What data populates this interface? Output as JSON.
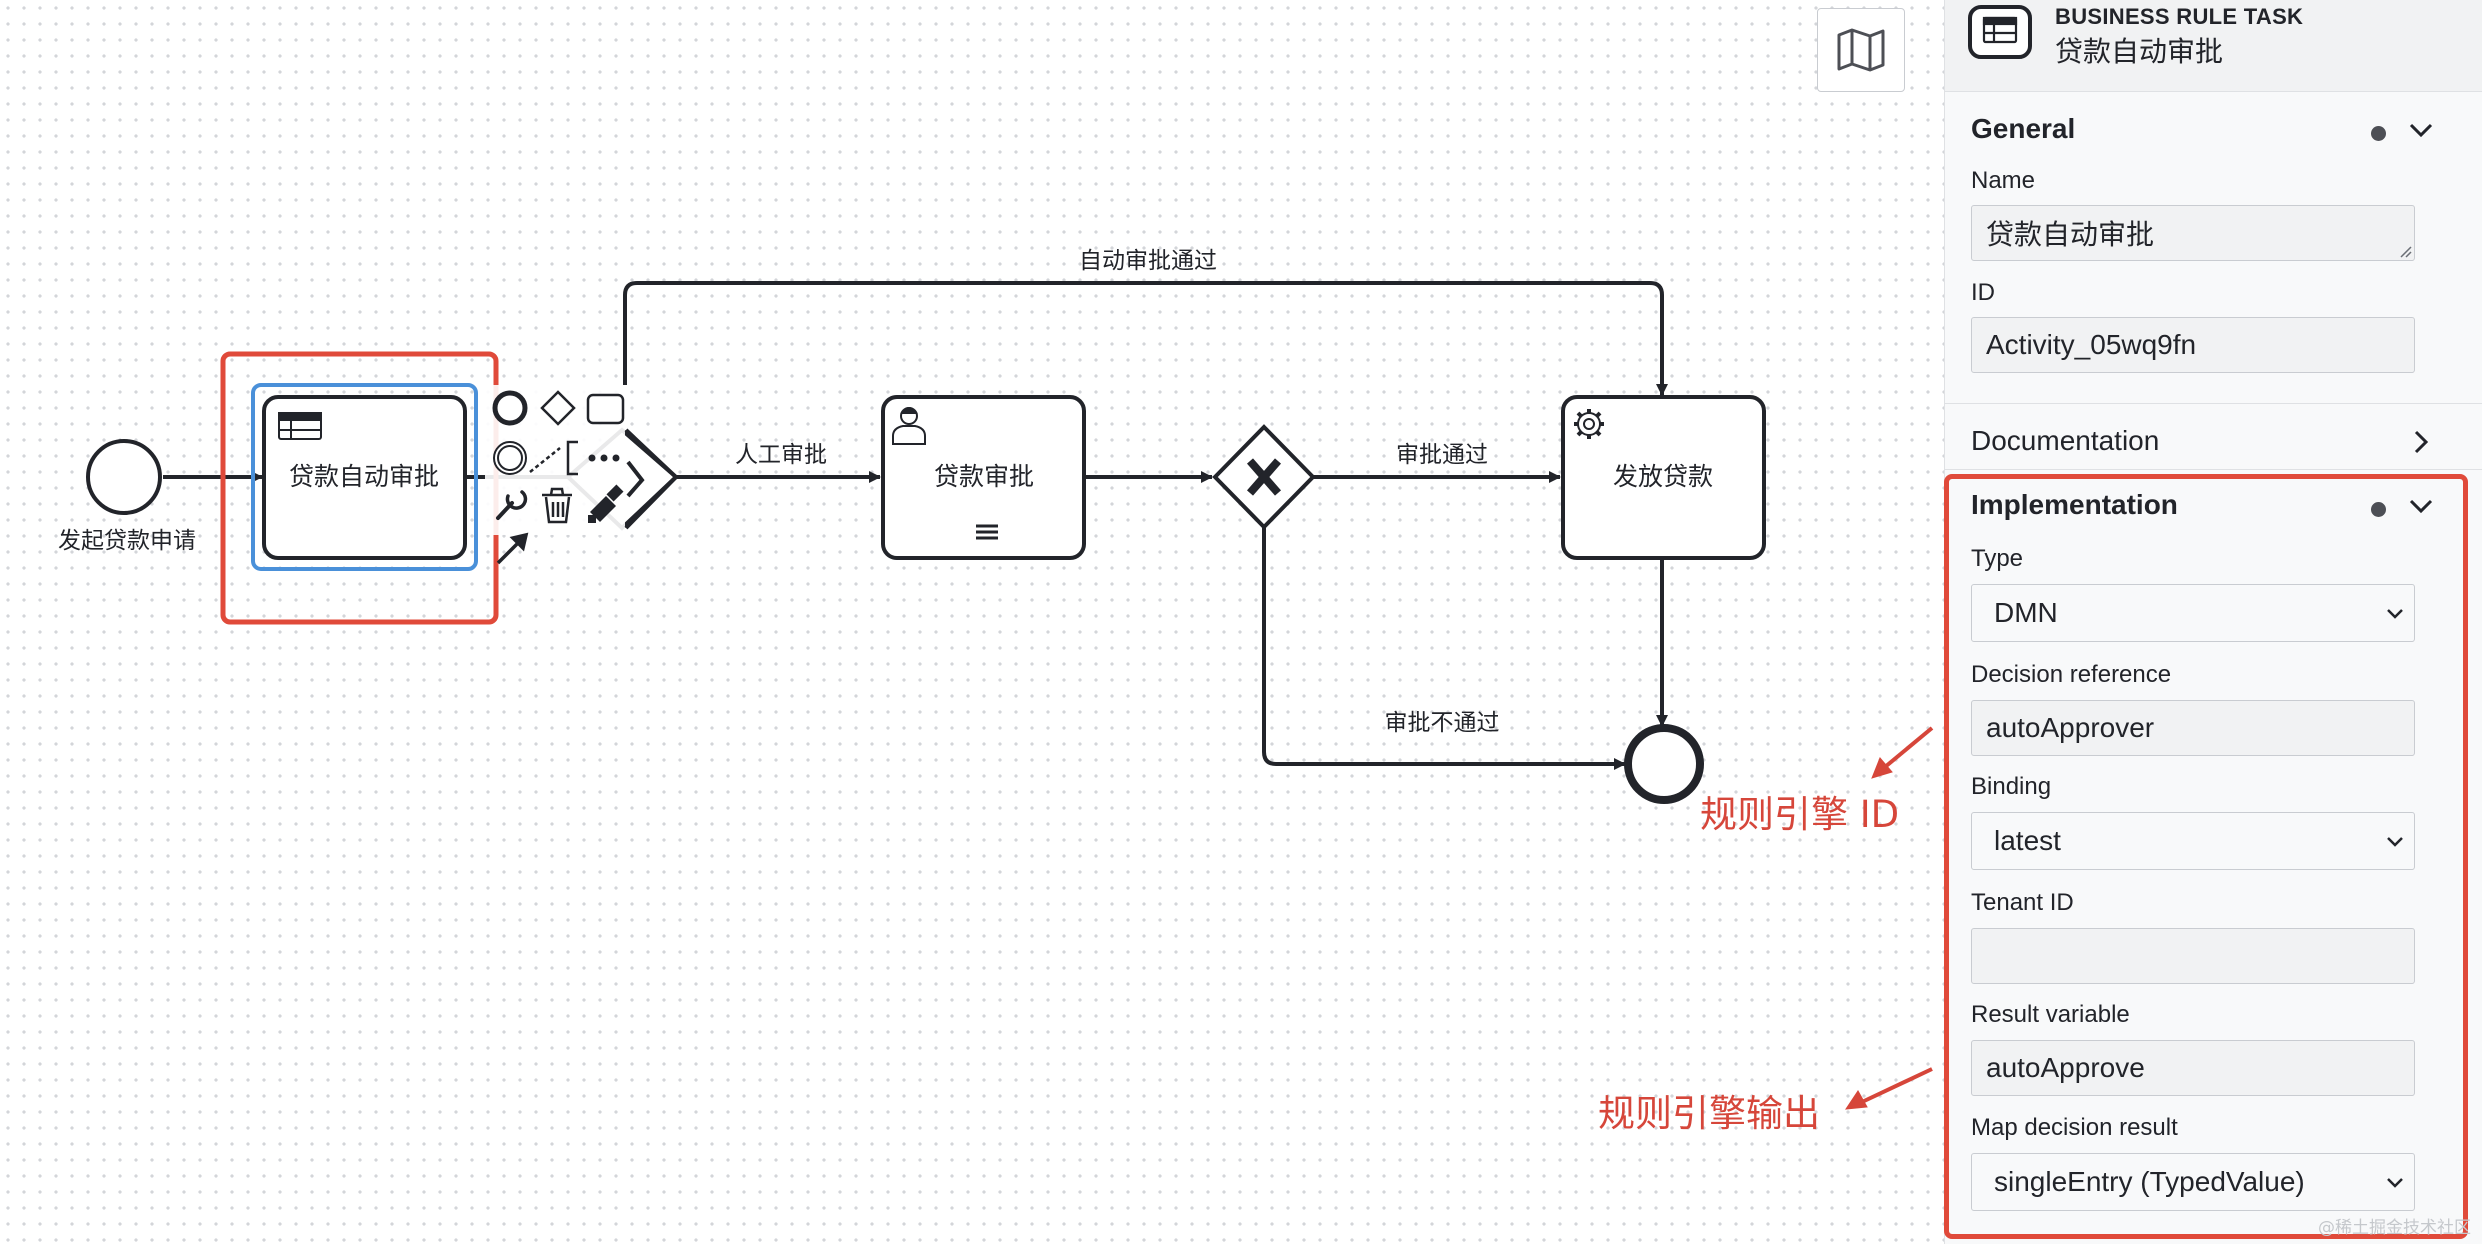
{
  "canvas": {
    "start_event_label": "发起贷款申请",
    "task_auto_approval": "贷款自动审批",
    "task_manual_review": "贷款审批",
    "task_disburse": "发放贷款",
    "flow_auto_pass": "自动审批通过",
    "flow_manual": "人工审批",
    "flow_pass": "审批通过",
    "flow_reject": "审批不通过"
  },
  "context_pad": {
    "icons": [
      "end-event-icon",
      "gateway-icon",
      "task-icon",
      "intermediate-event-icon",
      "text-annotation-icon",
      "more-icon",
      "wrench-icon",
      "trash-icon",
      "color-icon",
      "connect-arrow-icon"
    ]
  },
  "minimap": {
    "icon": "map-icon"
  },
  "panel": {
    "header": {
      "type": "BUSINESS RULE TASK",
      "name": "贷款自动审批",
      "icon": "business-rule-table-icon"
    },
    "general": {
      "title": "General",
      "name_label": "Name",
      "name_value": "贷款自动审批",
      "id_label": "ID",
      "id_value": "Activity_05wq9fn"
    },
    "documentation": {
      "title": "Documentation"
    },
    "implementation": {
      "title": "Implementation",
      "type_label": "Type",
      "type_value": "DMN",
      "decision_ref_label": "Decision reference",
      "decision_ref_value": "autoApprover",
      "binding_label": "Binding",
      "binding_value": "latest",
      "tenant_label": "Tenant ID",
      "tenant_value": "",
      "result_var_label": "Result variable",
      "result_var_value": "autoApprove",
      "map_result_label": "Map decision result",
      "map_result_value": "singleEntry (TypedValue)"
    }
  },
  "annotations": {
    "rule_engine_id": "规则引擎 ID",
    "rule_engine_output": "规则引擎输出",
    "color": "#d6463a"
  },
  "watermark": "@稀土掘金技术社区"
}
